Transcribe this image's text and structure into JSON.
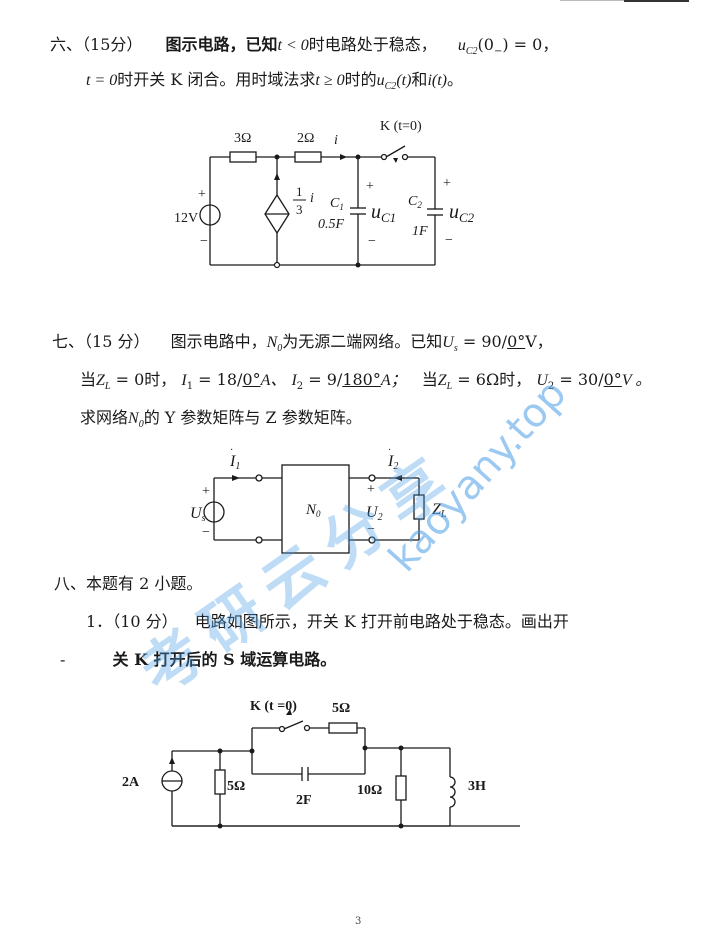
{
  "page": {
    "number": "3",
    "watermark_url_text": "kaoyany.top",
    "watermark_cn_text": "考研云分享",
    "watermark_color": "#4a9ee6"
  },
  "q6": {
    "number": "六、",
    "score": "（15分）",
    "text_a": "图示电路，已知",
    "cond1": "t < 0",
    "text_b": "时电路处于稳态，",
    "init": "u",
    "init_sub": "C2",
    "init_rest": "(0",
    "init_minus": "−",
    "init_tail": ") = 0，",
    "line2_a": "t = 0",
    "line2_b": "时开关 K 闭合。用时域法求",
    "line2_c": "t ≥ 0",
    "line2_d": "时的",
    "line2_e": "u",
    "line2_e_sub": "C2",
    "line2_f": "(t)",
    "line2_g": "和",
    "line2_h": "i(t)",
    "line2_i": "。",
    "circuit": {
      "source": "12V",
      "r1": "3Ω",
      "r2": "2Ω",
      "current": "i",
      "dep_num": "1",
      "dep_den": "3",
      "dep_var": "i",
      "switch": "K (t=0)",
      "c1_name": "C",
      "c1_sub": "1",
      "c1_value": "0.5F",
      "uc1": "u",
      "uc1_sub": "C1",
      "c2_name": "C",
      "c2_sub": "2",
      "c2_value": "1F",
      "uc2": "u",
      "uc2_sub": "C2",
      "plus": "+",
      "minus": "−"
    }
  },
  "q7": {
    "number": "七、",
    "score": "（15 分）",
    "text_a": "图示电路中，",
    "n0": "N",
    "n0_sub": "0",
    "text_b": "为无源二端网络。已知",
    "us": "U",
    "us_sub": "s",
    "us_val": " = 90/",
    "us_ang": "0°",
    "us_unit": "V，",
    "line2_a": "当",
    "zl": "Z",
    "zl_sub": "L",
    "line2_b": " = 0",
    "line2_c": "时，",
    "i1": "I",
    "i1_sub": "1",
    "i1_val": " = 18/",
    "i1_ang": "0°",
    "i1_unit": "A、",
    "i2": "I",
    "i2_sub": "2",
    "i2_val": " = 9/",
    "i2_ang": "180°",
    "i2_unit": "A；",
    "line2_d": "当",
    "line2_e": " = 6Ω",
    "line2_f": "时，",
    "u2": "U",
    "u2_sub": "2",
    "u2_val": " = 30/",
    "u2_ang": "0°",
    "u2_unit": "V 。",
    "line3_a": "求网络",
    "line3_b": "的 Y 参数矩阵与 Z 参数矩阵。",
    "circuit": {
      "i1": "I",
      "i1_sub": "1",
      "i2": "I",
      "i2_sub": "2",
      "us": "U",
      "us_sub": "s",
      "n0": "N",
      "n0_sub": "0",
      "u2": "U",
      "u2_sub": "2",
      "zl": "Z",
      "zl_sub": "L",
      "plus": "+",
      "minus": "−"
    }
  },
  "q8": {
    "number": "八、",
    "intro": "本题有 2 小题。",
    "sub1_number": "1．",
    "sub1_score": "（10 分）",
    "sub1_text_a": "电路如图所示，开关 K 打开前电路处于稳态。画出开",
    "sub1_dash": "-",
    "sub1_text_b": "关 K 打开后的 S 域运算电路。",
    "circuit": {
      "source": "2A",
      "r_left": "5Ω",
      "switch": "K (t =0)",
      "r_top": "5Ω",
      "cap": "2F",
      "r_right": "10Ω",
      "ind": "3H"
    }
  }
}
